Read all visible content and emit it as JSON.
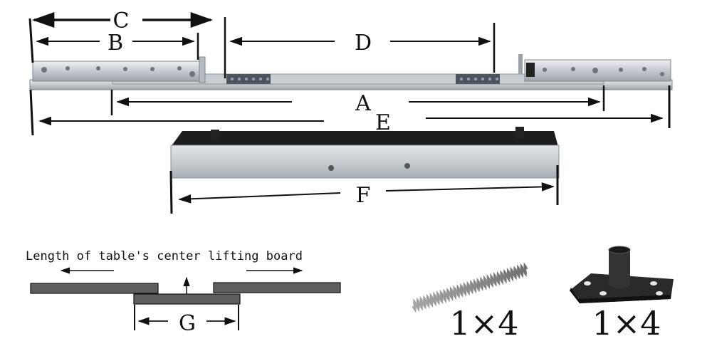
{
  "dimensions": {
    "a": "A",
    "b": "B",
    "c": "C",
    "d": "D",
    "e": "E",
    "f": "F",
    "g": "G"
  },
  "lifting_board": {
    "caption": "Length of table's center lifting board"
  },
  "accessories": {
    "spring_quantity": "1×4",
    "bracket_quantity": "1×4"
  },
  "colors": {
    "line": "#111111",
    "metal_light": "#d4d8dc",
    "metal_mid": "#b9bec4",
    "metal_dark": "#8e949b",
    "board": "#5e5e5e",
    "bracket": "#2a2a2a"
  }
}
